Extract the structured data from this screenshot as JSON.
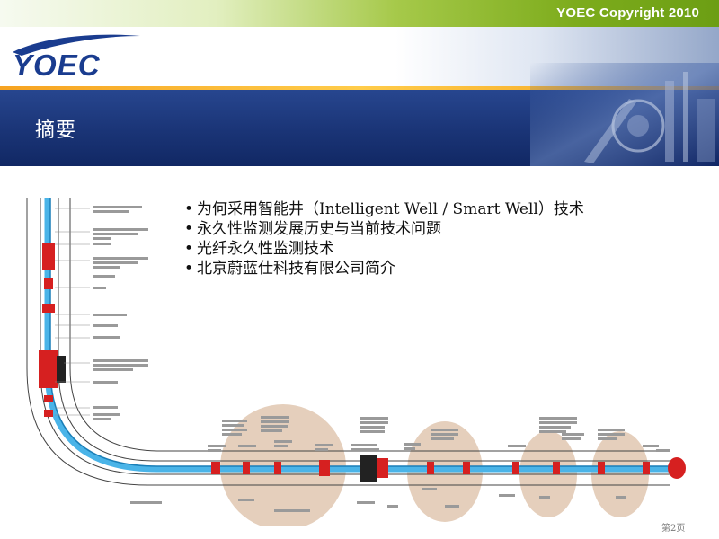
{
  "header": {
    "copyright": "YOEC Copyright 2010",
    "logo_text": "YOEC",
    "title": "摘要"
  },
  "bullets": [
    "为何采用智能井（Intelligent Well / Smart Well）技术",
    "永久性监测发展历史与当前技术问题",
    "光纤永久性监测技术",
    "北京蔚蓝仕科技有限公司简介"
  ],
  "footer": {
    "page": "第2页"
  },
  "colors": {
    "brand_blue": "#1a3c8f",
    "accent_orange": "#f6a321",
    "accent_green": "#7dac1c",
    "tubing_blue": "#4ab4e8",
    "packer_red": "#d62020",
    "zone_tan": "#d9b79a"
  }
}
